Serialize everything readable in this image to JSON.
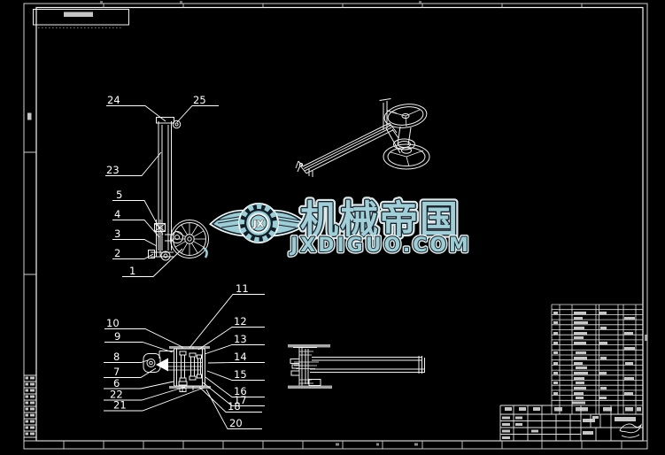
{
  "watermark": {
    "brand": "机械帝国",
    "site": "JXDIGUO.COM",
    "monogram": "JX",
    "accent_color": "#9fcdd6",
    "outline_color": "#13222a"
  },
  "callouts": {
    "front_view": [
      "24",
      "25",
      "23",
      "5",
      "4",
      "3",
      "2",
      "1"
    ],
    "detail_view_left": [
      "10",
      "9",
      "8",
      "7",
      "6",
      "22",
      "21"
    ],
    "detail_view_right": [
      "11",
      "12",
      "13",
      "14",
      "15",
      "16",
      "17",
      "18",
      "20"
    ]
  },
  "drawing": {
    "background": "#000000",
    "line_color": "#f2f2f2",
    "beam_highlight_color": "#a8a8a8"
  }
}
